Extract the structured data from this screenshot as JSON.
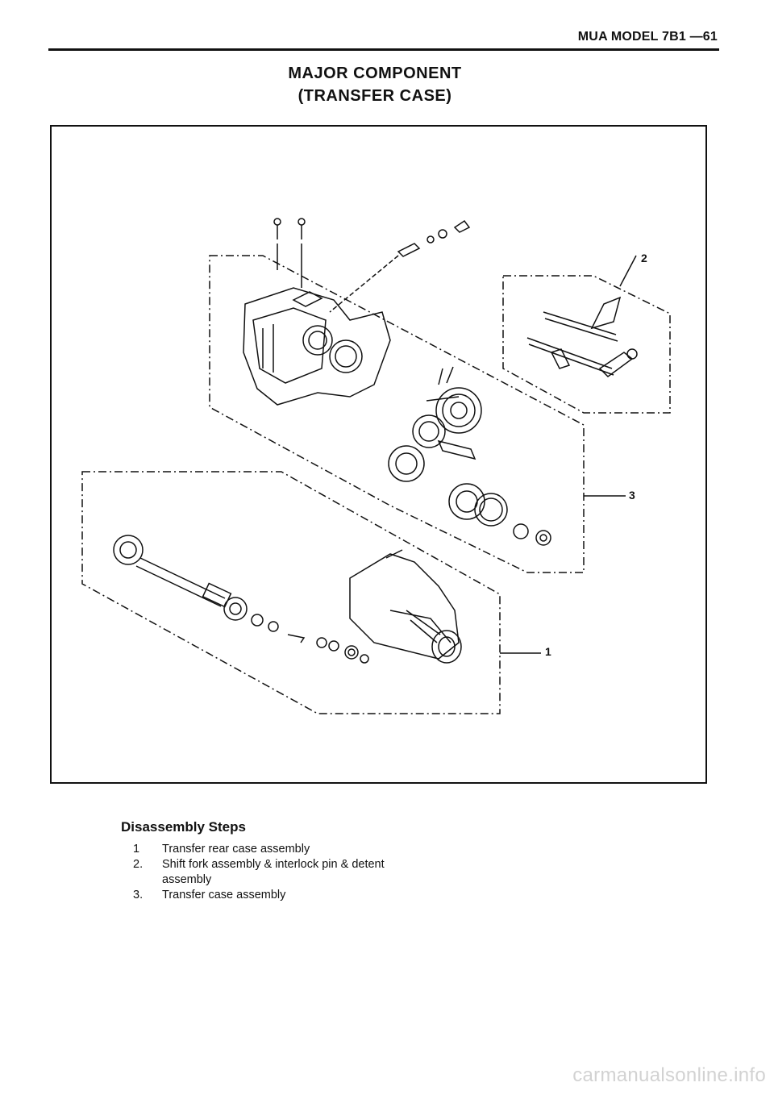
{
  "header": {
    "code": "MUA MODEL  7B1 —61"
  },
  "title": {
    "line1": "MAJOR COMPONENT",
    "line2": "(TRANSFER CASE)"
  },
  "figure": {
    "callouts": [
      "2",
      "3",
      "1"
    ]
  },
  "steps": {
    "heading": "Disassembly Steps",
    "items": [
      {
        "num": "1",
        "text": "Transfer rear case assembly"
      },
      {
        "num": "2.",
        "text": "Shift fork assembly & interlock pin & detent assembly"
      },
      {
        "num": "3.",
        "text": "Transfer case assembly"
      }
    ]
  },
  "watermark": "carmanualsonline.info"
}
